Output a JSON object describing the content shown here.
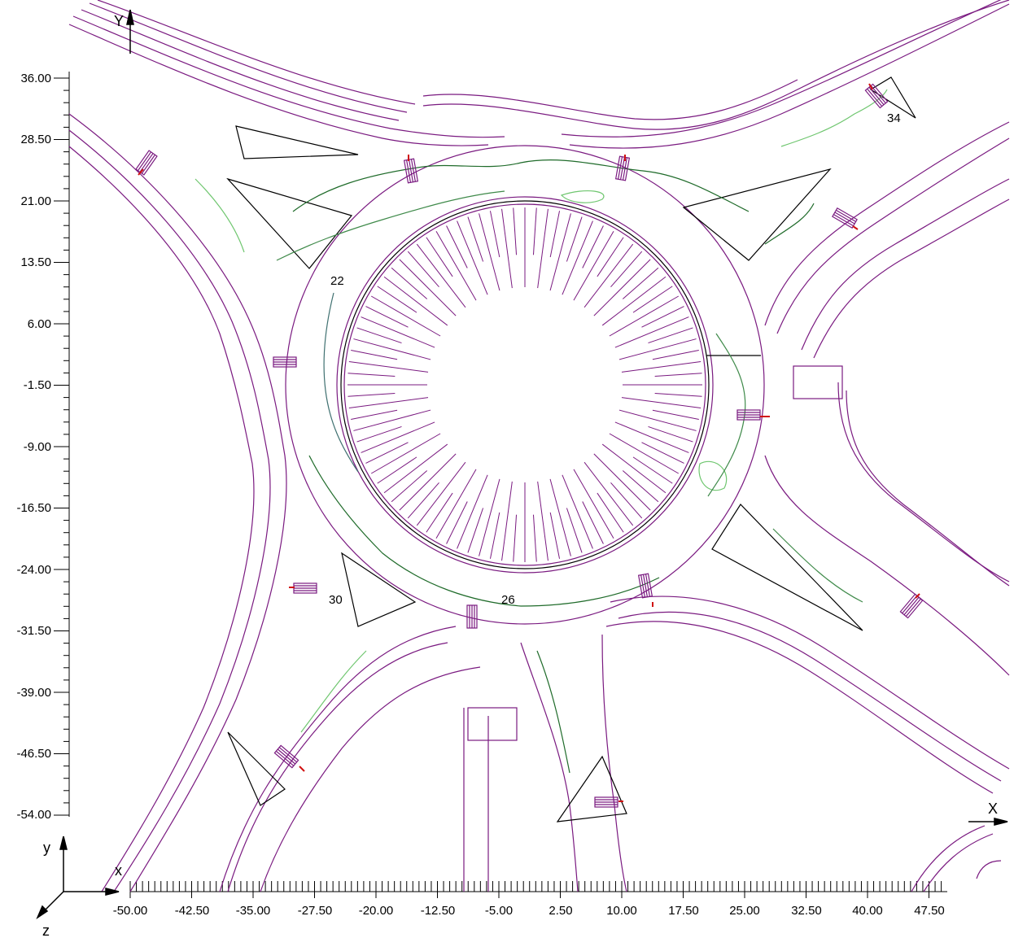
{
  "colors": {
    "road": "#7a1a80",
    "outline": "#000000",
    "contour_dark": "#1f6b2a",
    "contour_mid": "#3f8a4a",
    "contour_light": "#6fc66f",
    "contour_teal": "#3f7070",
    "marker": "#d01010"
  },
  "axes": {
    "y_tick_labels": [
      "36.00",
      "28.50",
      "21.00",
      "13.50",
      "6.00",
      "-1.50",
      "-9.00",
      "-16.50",
      "-24.00",
      "-31.50",
      "-39.00",
      "-46.50",
      "-54.00"
    ],
    "x_tick_labels": [
      "-50.00",
      "-42.50",
      "-35.00",
      "-27.50",
      "-20.00",
      "-12.50",
      "-5.00",
      "2.50",
      "10.00",
      "17.50",
      "25.00",
      "32.50",
      "40.00",
      "47.50"
    ],
    "y_axis_title": "Y",
    "x_axis_title": "X",
    "triad": {
      "y": "y",
      "x": "x",
      "z": "z"
    }
  },
  "contour_labels": [
    "22",
    "26",
    "30",
    "34"
  ]
}
